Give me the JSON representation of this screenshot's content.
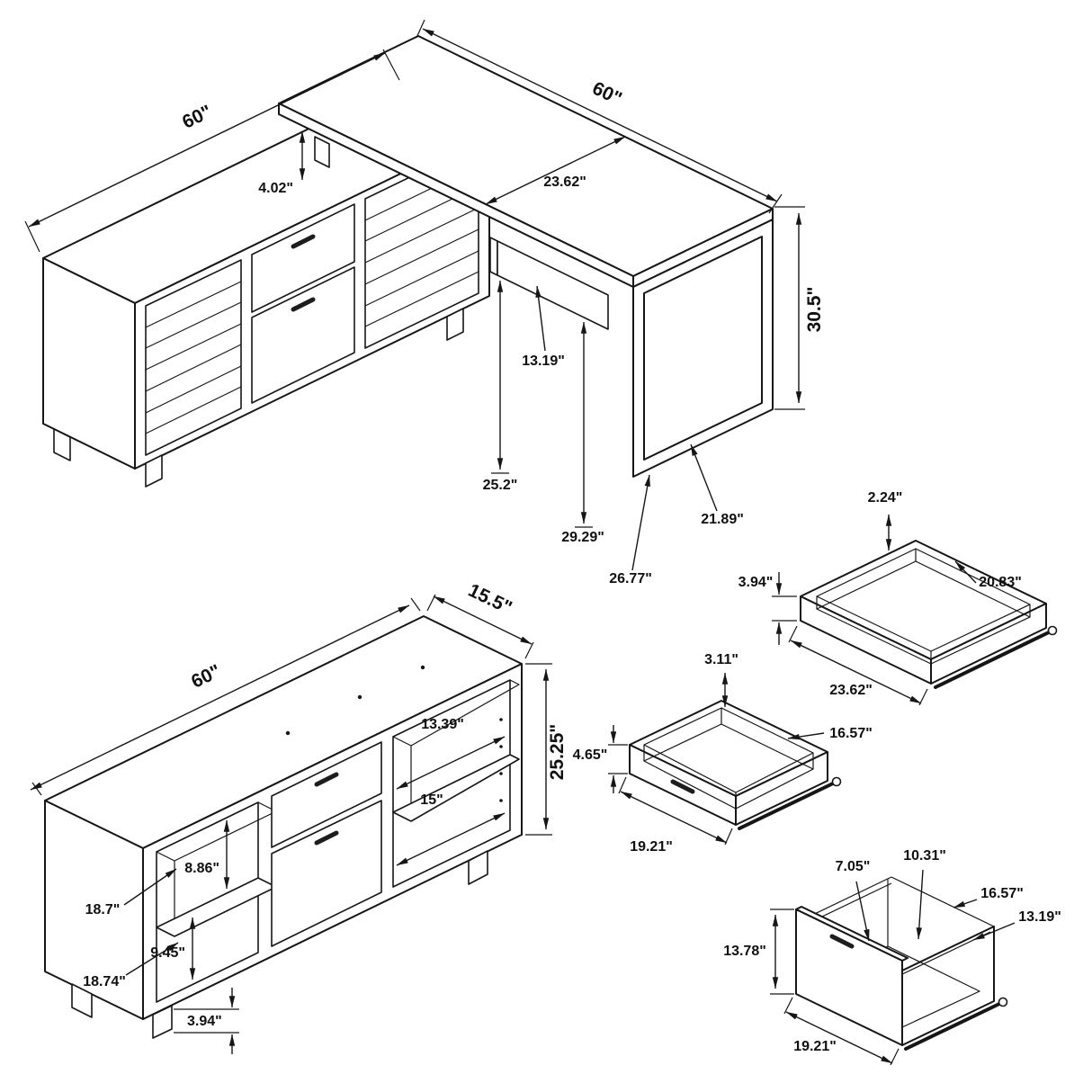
{
  "drawing": {
    "kind": "furniture dimension diagram",
    "subject": "L-shaped desk with louvered credenza and drawer details",
    "line_color": "#161616",
    "background_color": "#ffffff"
  },
  "views": {
    "desk": {
      "label": "l-shaped-desk-isometric",
      "dims": {
        "return_length": "60\"",
        "top_length": "60\"",
        "top_gap": "4.02\"",
        "top_depth": "23.62\"",
        "overall_height": "30.5\"",
        "pencil_drawer": "13.19\"",
        "knee_clearance": "25.2\"",
        "underside_clearance": "29.29\"",
        "leg_base": "26.77\"",
        "leg_inner": "21.89\""
      }
    },
    "credenza": {
      "label": "credenza-isometric",
      "dims": {
        "length": "60\"",
        "depth": "15.5\"",
        "height": "25.25\"",
        "upper_shelf_width": "13.39\"",
        "lower_shelf_width": "15\"",
        "upper_opening_height": "8.86\"",
        "upper_compartment_width": "18.7\"",
        "lower_opening_height": "9.45\"",
        "lower_compartment_width": "18.74\"",
        "leg_height": "3.94\""
      }
    },
    "drawer_top": {
      "label": "shallow-drawer-detail",
      "dims": {
        "inner_height": "2.24\"",
        "outer_height": "3.94\"",
        "inner_depth": "20.83\"",
        "outer_width": "23.62\""
      }
    },
    "drawer_mid": {
      "label": "box-drawer-detail",
      "dims": {
        "inner_height": "3.11\"",
        "inner_depth": "16.57\"",
        "outer_height": "4.65\"",
        "outer_width": "19.21\""
      }
    },
    "drawer_file": {
      "label": "file-drawer-detail",
      "dims": {
        "front_inner_height": "7.05\"",
        "back_inner_height": "10.31\"",
        "outer_depth": "16.57\"",
        "inner_depth": "13.19\"",
        "outer_height": "13.78\"",
        "outer_width": "19.21\""
      }
    }
  }
}
